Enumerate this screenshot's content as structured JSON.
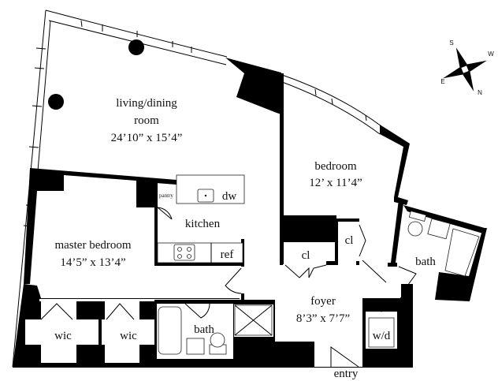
{
  "rooms": {
    "living": {
      "label_line1": "living/dining",
      "label_line2": "room",
      "dimensions": "24’10” x 15’4”"
    },
    "bedroom": {
      "label": "bedroom",
      "dimensions": "12’ x 11’4”"
    },
    "kitchen": {
      "label": "kitchen",
      "pantry": "pantry",
      "dw": "dw",
      "ref": "ref"
    },
    "master_bedroom": {
      "label": "master bedroom",
      "dimensions": "14’5” x 13’4”"
    },
    "closets": [
      "cl",
      "cl"
    ],
    "bath_right": {
      "label": "bath"
    },
    "bath_left": {
      "label": "bath"
    },
    "foyer": {
      "label": "foyer",
      "dimensions": "8’3” x 7’7”"
    },
    "laundry": {
      "label": "w/d"
    },
    "wic": [
      "wic",
      "wic"
    ],
    "entry": {
      "label": "entry"
    }
  },
  "compass": {
    "s": "S",
    "w": "W",
    "e": "E",
    "n": "N"
  }
}
